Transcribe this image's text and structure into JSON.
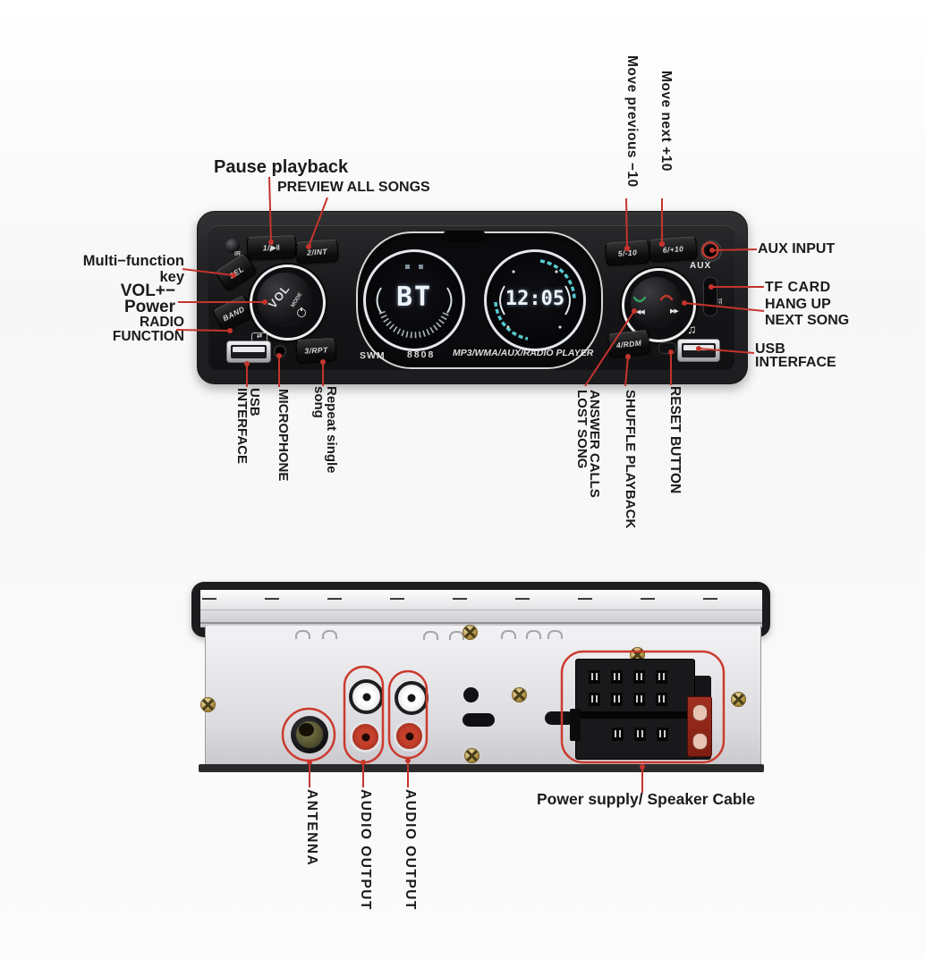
{
  "annotations_front": {
    "pause_playback": "Pause playback",
    "preview_all_songs": "PREVIEW ALL SONGS",
    "multi_function_key": "Multi−function\nkey",
    "vol_power": "VOL+−\nPower",
    "radio_function": "RADIO\nFUNCTION",
    "usb_interface_left": "USB\nINTERFACE",
    "microphone": "MICROPHONE",
    "repeat_single_song": "Repeat single\nsong",
    "move_previous": "Move previous −10",
    "move_next": "Move next +10",
    "aux_input": "AUX INPUT",
    "tf_card": "TF CARD",
    "hang_up_next_song": "HANG UP\nNEXT SONG",
    "usb_interface_right": "USB\nINTERFACE",
    "answer_calls_lost_song": "ANSWER CALLS\nLOST SONG",
    "shuffle_playback": "SHUFFLE PLAYBACK",
    "reset_button": "RESET BUTTON"
  },
  "annotations_back": {
    "antenna": "ANTENNA",
    "audio_output_left": "AUDIO OUTPUT",
    "audio_output_right": "AUDIO OUTPUT",
    "power_supply": "Power supply/ Speaker Cable"
  },
  "stereo_front": {
    "buttons": {
      "b1": "1/▶‖",
      "b2": "2/INT",
      "b3": "3/RPT",
      "b4": "4/RDM",
      "b5": "5/-10",
      "b6": "6/+10",
      "sel": "SEL",
      "band": "BAND"
    },
    "knob": {
      "vol": "VOL",
      "mode": "MODE"
    },
    "display_left": "BT",
    "display_right": "12:05",
    "brand": "SWM",
    "model": "8808",
    "player_line": "MP3/WMA/AUX/RADIO PLAYER",
    "aux_label": "AUX",
    "tf_label": "TF",
    "ir_label": "IR",
    "prev_icon": "◀◀",
    "next_icon": "▶▶",
    "music_note": "♫",
    "usb_arrows": "⇄"
  },
  "colors": {
    "annotation_red": "#c5342c",
    "label_text": "#1b1b1d",
    "display_teal": "#55cbd0"
  }
}
